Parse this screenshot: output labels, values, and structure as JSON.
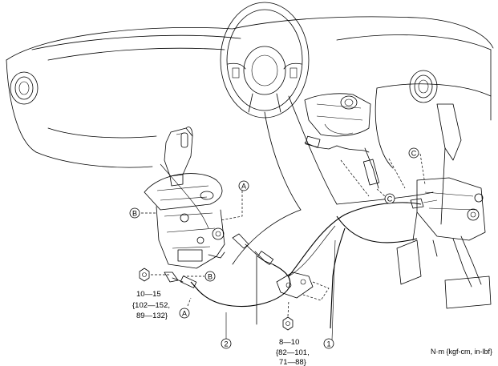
{
  "labels": {
    "A_top": "A",
    "A_bottom": "A",
    "B_left": "B",
    "B_right": "B",
    "C_right": "C",
    "C_center": "C",
    "num_1": "1",
    "num_2": "2"
  },
  "torque_specs": {
    "spec1": {
      "line1": "10—15",
      "line2": "{102—152,",
      "line3": "89—132}"
    },
    "spec2": {
      "line1": "8—10",
      "line2": "{82—101,",
      "line3": "71—88}"
    }
  },
  "units_note": "N·m {kgf-cm, in-lbf}"
}
